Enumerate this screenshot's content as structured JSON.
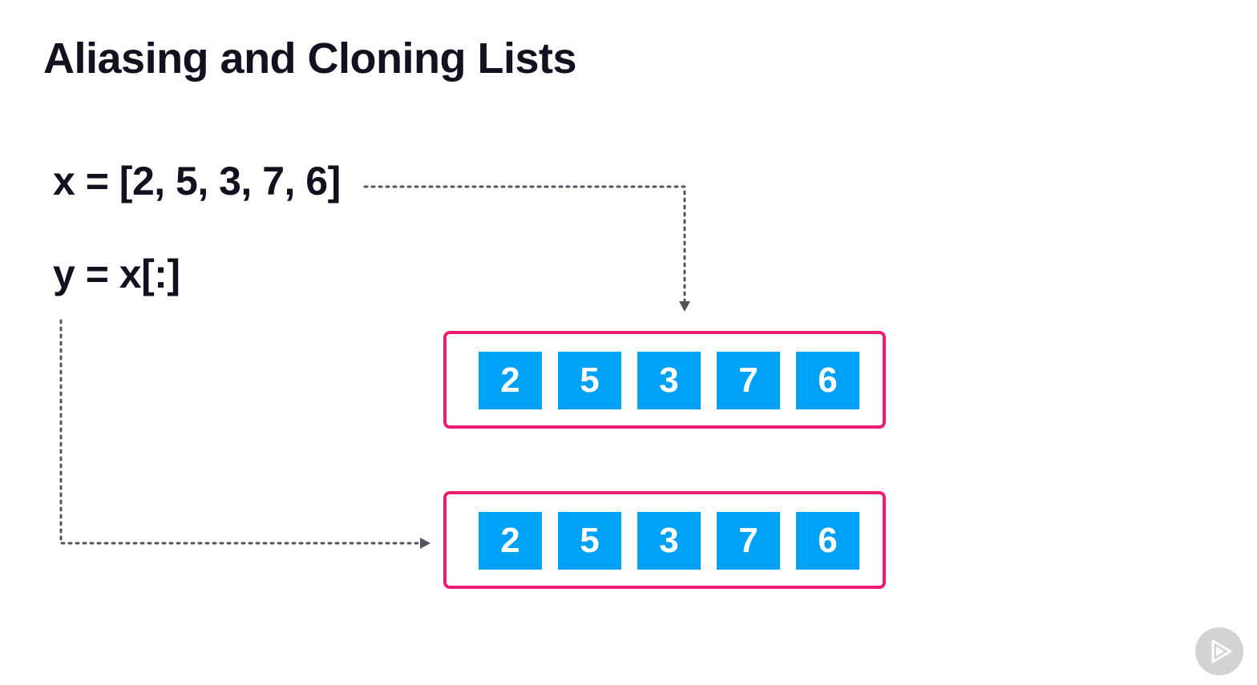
{
  "slide": {
    "title": "Aliasing and Cloning Lists"
  },
  "code": {
    "line_x": "x = [2, 5, 3, 7, 6]",
    "line_y": "y = x[:]"
  },
  "lists": [
    {
      "values": [
        "2",
        "5",
        "3",
        "7",
        "6"
      ]
    },
    {
      "values": [
        "2",
        "5",
        "3",
        "7",
        "6"
      ]
    }
  ],
  "colors": {
    "text": "#12111f",
    "cell_fill": "#00a2f8",
    "cell_text": "#ffffff",
    "list_border": "#ef1c74",
    "connector": "#55535e",
    "badge": "#d3d3d6"
  },
  "icons": {
    "brand_badge": "play-logo-icon"
  }
}
